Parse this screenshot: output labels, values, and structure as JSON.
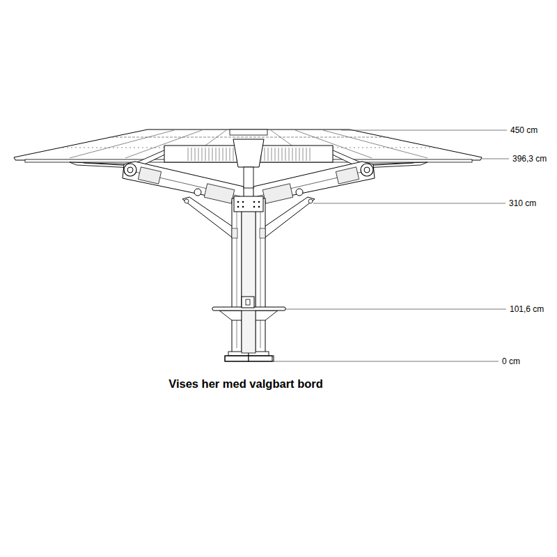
{
  "diagram": {
    "caption": "Vises her med valgbart bord",
    "labels": [
      "450 cm",
      "396,3 cm",
      "310 cm",
      "101,6 cm",
      "0 cm"
    ]
  }
}
